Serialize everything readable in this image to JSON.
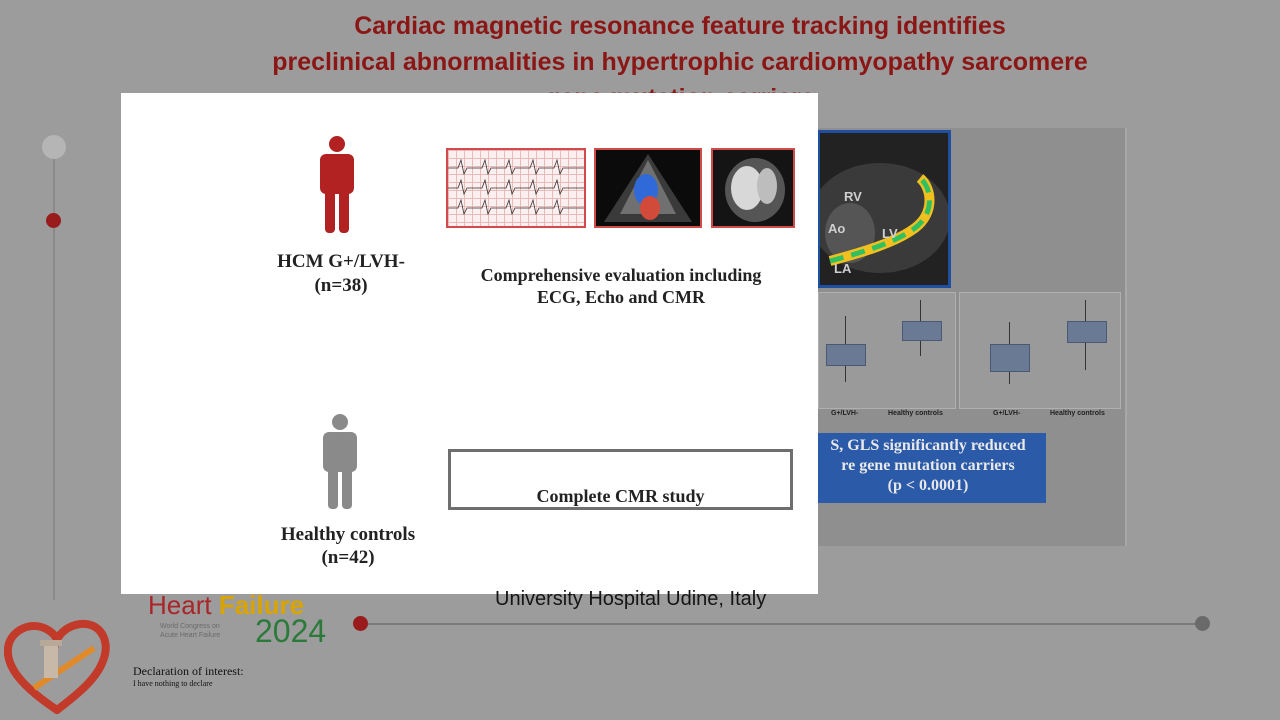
{
  "slide": {
    "title_lines": [
      "Cardiac magnetic resonance feature tracking identifies",
      "preclinical abnormalities in hypertrophic cardiomyopathy sarcomere",
      "gene mutation carriers"
    ],
    "affiliation": "University Hospital Udine, Italy",
    "colors": {
      "title": "#8b1616",
      "accent_red": "#b22222",
      "results_blue": "#2a5aa8"
    }
  },
  "background": {
    "cmr_labels": [
      "RV",
      "Ao",
      "LV",
      "LA"
    ],
    "boxplots": [
      {
        "groups": [
          "G+/LVH-",
          "Healthy controls"
        ]
      },
      {
        "groups": [
          "G+/LVH-",
          "Healthy controls"
        ]
      }
    ],
    "result_lines": [
      "S, GLS significantly reduced",
      "re gene mutation carriers",
      "(p < 0.0001)"
    ]
  },
  "card": {
    "group1_label_line1": "HCM G+/LVH-",
    "group1_label_line2": "(n=38)",
    "group1_eval_line1": "Comprehensive evaluation including",
    "group1_eval_line2": "ECG, Echo and CMR",
    "group2_label_line1": "Healthy controls",
    "group2_label_line2": "(n=42)",
    "group2_eval": "Complete CMR study",
    "icons": [
      "person-icon-red",
      "person-icon-gray"
    ]
  },
  "logo": {
    "word1": "Heart",
    "word2": "Failure",
    "subtitle_line1": "World Congress on",
    "subtitle_line2": "Acute Heart Failure",
    "year": "2024"
  },
  "declaration": {
    "heading": "Declaration of interest:",
    "text": "I have nothing to declare"
  }
}
